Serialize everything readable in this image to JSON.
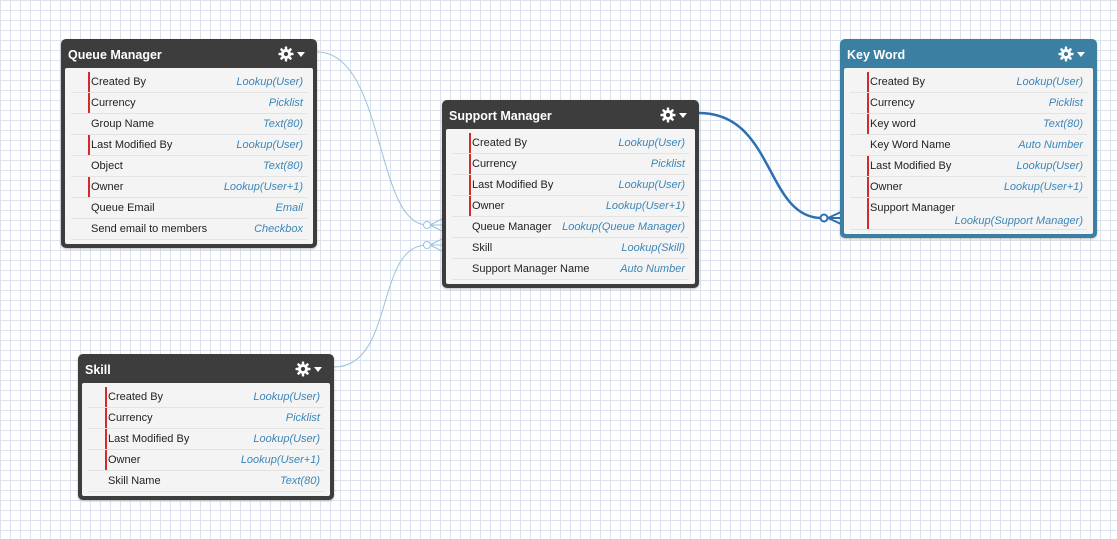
{
  "colors": {
    "header_default": "#3d3d3d",
    "header_selected": "#3b7fa3",
    "field_type": "#3b86b8",
    "required_marker": "#d42a2a",
    "connector_light": "#9cc3d8",
    "connector_selected": "#2d6fb0"
  },
  "icons": {
    "entity_menu": "gear-icon",
    "menu_caret": "chevron-down-icon"
  },
  "entities": {
    "queue_manager": {
      "title": "Queue Manager",
      "fields": [
        {
          "name": "Created By",
          "type": "Lookup(User)",
          "required": true
        },
        {
          "name": "Currency",
          "type": "Picklist",
          "required": true
        },
        {
          "name": "Group Name",
          "type": "Text(80)",
          "required": false
        },
        {
          "name": "Last Modified By",
          "type": "Lookup(User)",
          "required": true
        },
        {
          "name": "Object",
          "type": "Text(80)",
          "required": false
        },
        {
          "name": "Owner",
          "type": "Lookup(User+1)",
          "required": true
        },
        {
          "name": "Queue Email",
          "type": "Email",
          "required": false
        },
        {
          "name": "Send email to members",
          "type": "Checkbox",
          "required": false
        }
      ]
    },
    "support_manager": {
      "title": "Support Manager",
      "fields": [
        {
          "name": "Created By",
          "type": "Lookup(User)",
          "required": true
        },
        {
          "name": "Currency",
          "type": "Picklist",
          "required": true
        },
        {
          "name": "Last Modified By",
          "type": "Lookup(User)",
          "required": true
        },
        {
          "name": "Owner",
          "type": "Lookup(User+1)",
          "required": true
        },
        {
          "name": "Queue Manager",
          "type": "Lookup(Queue Manager)",
          "required": false
        },
        {
          "name": "Skill",
          "type": "Lookup(Skill)",
          "required": false
        },
        {
          "name": "Support Manager Name",
          "type": "Auto Number",
          "required": false
        }
      ]
    },
    "key_word": {
      "title": "Key Word",
      "selected": true,
      "fields": [
        {
          "name": "Created By",
          "type": "Lookup(User)",
          "required": true
        },
        {
          "name": "Currency",
          "type": "Picklist",
          "required": true
        },
        {
          "name": "Key word",
          "type": "Text(80)",
          "required": true
        },
        {
          "name": "Key Word Name",
          "type": "Auto Number",
          "required": false
        },
        {
          "name": "Last Modified By",
          "type": "Lookup(User)",
          "required": true
        },
        {
          "name": "Owner",
          "type": "Lookup(User+1)",
          "required": true
        },
        {
          "name": "Support Manager",
          "type": "Lookup(Support Manager)",
          "required": true,
          "wrapped": true
        }
      ]
    },
    "skill": {
      "title": "Skill",
      "fields": [
        {
          "name": "Created By",
          "type": "Lookup(User)",
          "required": true
        },
        {
          "name": "Currency",
          "type": "Picklist",
          "required": true
        },
        {
          "name": "Last Modified By",
          "type": "Lookup(User)",
          "required": true
        },
        {
          "name": "Owner",
          "type": "Lookup(User+1)",
          "required": true
        },
        {
          "name": "Skill Name",
          "type": "Text(80)",
          "required": false
        }
      ]
    }
  },
  "relationships": [
    {
      "from": "support_manager",
      "field": "Queue Manager",
      "to": "queue_manager",
      "highlighted": false
    },
    {
      "from": "support_manager",
      "field": "Skill",
      "to": "skill",
      "highlighted": false
    },
    {
      "from": "key_word",
      "field": "Support Manager",
      "to": "support_manager",
      "highlighted": true
    }
  ]
}
